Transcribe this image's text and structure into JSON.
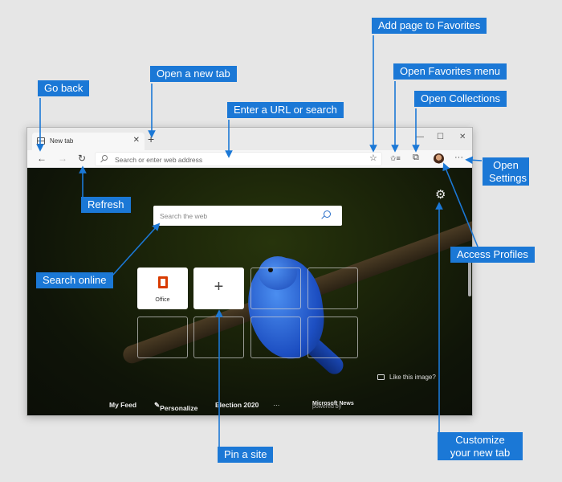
{
  "browser": {
    "tab": {
      "title": "New tab",
      "close_icon": "✕"
    },
    "newtab_icon": "+",
    "window_controls": {
      "minimize": "—",
      "maximize": "☐",
      "close": "✕"
    },
    "nav": {
      "back": "←",
      "forward": "→",
      "refresh": "↻"
    },
    "address_bar": {
      "placeholder": "Search or enter web address"
    },
    "toolbar": {
      "favorite_star": "☆",
      "favorites_menu": "✩≡",
      "collections": "⧉",
      "more": "···"
    }
  },
  "newtab_page": {
    "settings_icon": "⚙",
    "search": {
      "placeholder": "Search the web"
    },
    "tiles": [
      {
        "kind": "site",
        "label": "Office"
      },
      {
        "kind": "add",
        "label": "+"
      },
      {
        "kind": "empty"
      },
      {
        "kind": "empty"
      },
      {
        "kind": "empty"
      },
      {
        "kind": "empty"
      },
      {
        "kind": "empty"
      },
      {
        "kind": "empty"
      }
    ],
    "like_image": "Like this image?",
    "feed_bar": {
      "my_feed": "My Feed",
      "personalize": "Personalize",
      "election": "Election 2020",
      "more": "···",
      "powered_prefix": "powered by",
      "powered_brand": "Microsoft News"
    }
  },
  "callouts": {
    "go_back": "Go back",
    "open_new_tab": "Open a new tab",
    "enter_url": "Enter a URL or search",
    "add_favorites": "Add page to Favorites",
    "open_favorites_menu": "Open Favorites menu",
    "open_collections": "Open Collections",
    "open_settings": "Open Settings",
    "refresh": "Refresh",
    "search_online": "Search online",
    "access_profiles": "Access Profiles",
    "pin_site": "Pin a site",
    "customize": "Customize your new tab"
  },
  "colors": {
    "callout_bg": "#1b78d6",
    "office_red": "#d83b01"
  }
}
